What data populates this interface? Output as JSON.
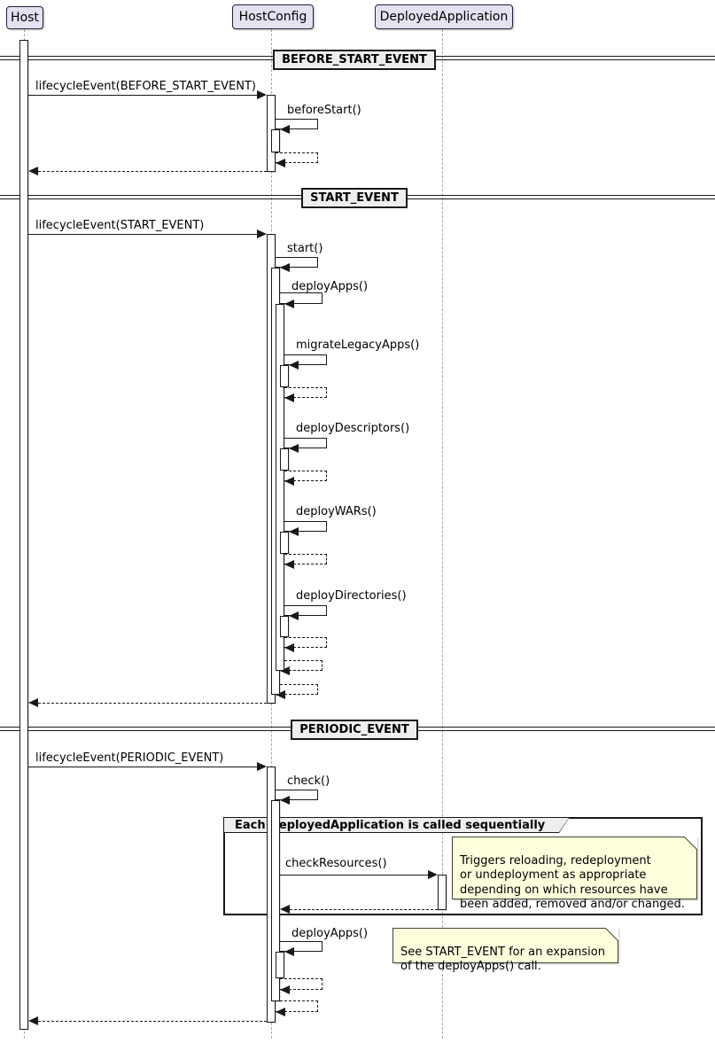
{
  "participants": [
    {
      "label": "Host"
    },
    {
      "label": "HostConfig"
    },
    {
      "label": "DeployedApplication"
    }
  ],
  "dividers": [
    {
      "label": "BEFORE_START_EVENT"
    },
    {
      "label": "START_EVENT"
    },
    {
      "label": "PERIODIC_EVENT"
    }
  ],
  "messages": {
    "lifecycle_before": "lifecycleEvent(BEFORE_START_EVENT)",
    "before_start": "beforeStart()",
    "lifecycle_start": "lifecycleEvent(START_EVENT)",
    "start": "start()",
    "deploy_apps": "deployApps()",
    "migrate_legacy_apps": "migrateLegacyApps()",
    "deploy_descriptors": "deployDescriptors()",
    "deploy_wars": "deployWARs()",
    "deploy_directories": "deployDirectories()",
    "lifecycle_periodic": "lifecycleEvent(PERIODIC_EVENT)",
    "check": "check()",
    "check_resources": "checkResources()",
    "deploy_apps_periodic": "deployApps()"
  },
  "group_label": "Each DeployedApplication is called sequentially",
  "notes": {
    "check_resources_note": "Triggers reloading, redeployment\nor undeployment as appropriate\ndepending on which resources have\nbeen added, removed and/or changed.",
    "deploy_apps_note": "See START_EVENT for an expansion\nof the deployApps() call."
  },
  "colors": {
    "participant_fill": "#e2e2f0",
    "note_fill": "#feffdd",
    "divider_fill": "#eeeeee",
    "line": "#181818",
    "lifeline": "#a8a8a8"
  }
}
